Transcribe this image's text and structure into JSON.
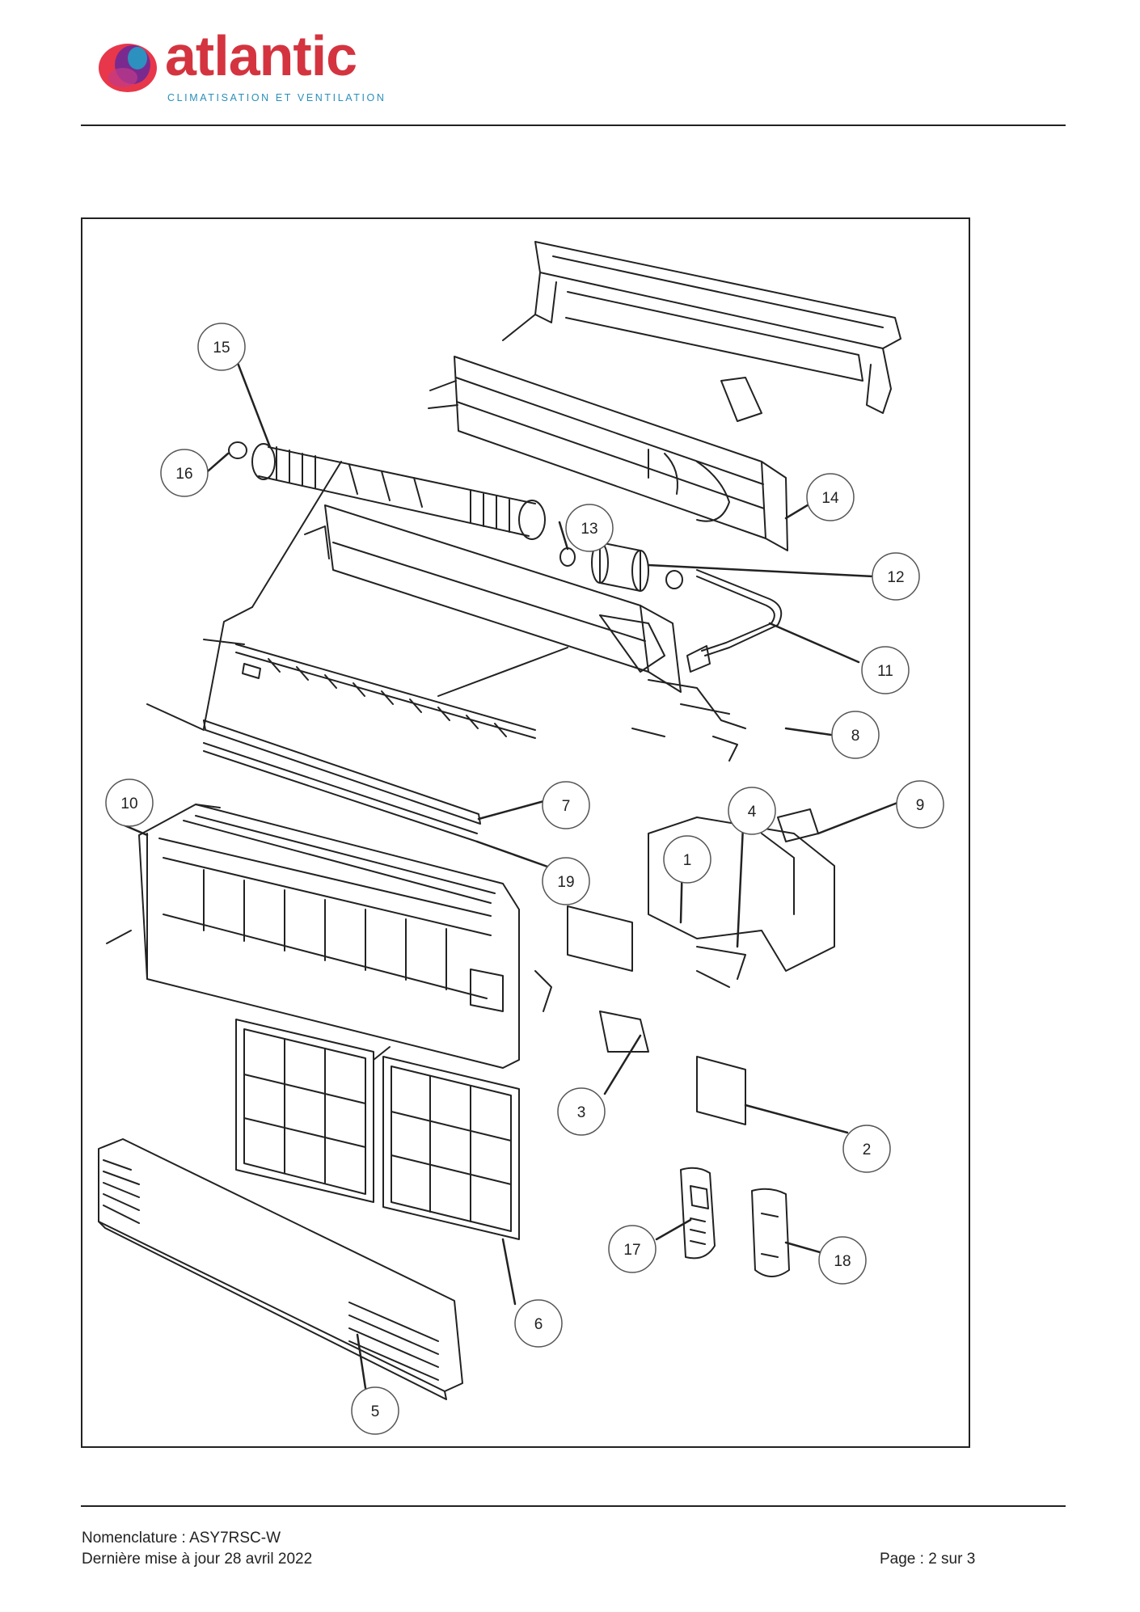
{
  "brand": {
    "name": "atlantic",
    "tagline": "CLIMATISATION ET VENTILATION",
    "colors": {
      "word": "#d4343f",
      "tagline": "#2a8fb8",
      "mark_outer": "#e8374a",
      "mark_inner": "#7a2a8f",
      "mark_accent": "#1fa3c7"
    }
  },
  "diagram": {
    "callouts": [
      "15",
      "16",
      "13",
      "14",
      "12",
      "11",
      "8",
      "10",
      "7",
      "4",
      "9",
      "1",
      "19",
      "3",
      "2",
      "17",
      "18",
      "6",
      "5"
    ]
  },
  "footer": {
    "line1": "Nomenclature : ASY7RSC-W",
    "line2": "Dernière mise à jour 28 avril 2022",
    "page": "Page : 2 sur 3"
  }
}
